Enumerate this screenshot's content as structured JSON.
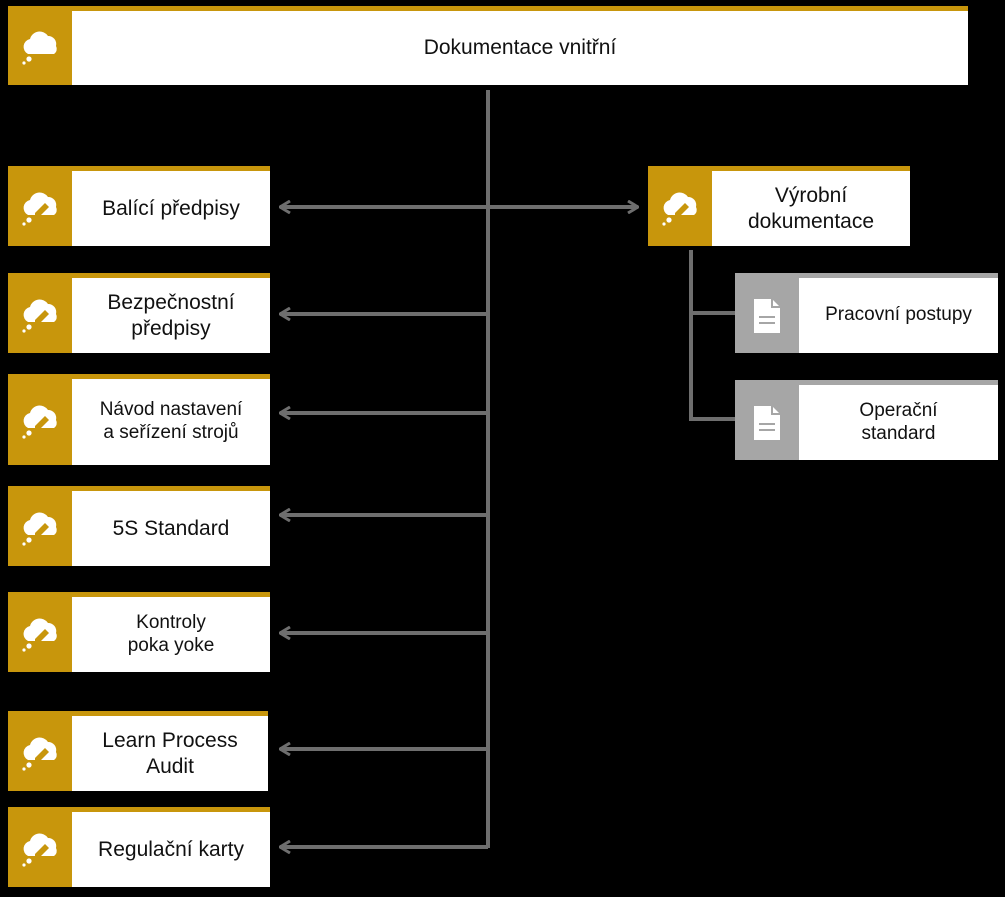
{
  "root": {
    "label": "Dokumentace vnitřní",
    "icon": "cloud-icon"
  },
  "children_left": [
    {
      "id": "balici",
      "label": "Balící předpisy",
      "icon": "cloud-pencil-icon"
    },
    {
      "id": "bezpecnostni",
      "label": "Bezpečnostní\npředpisy",
      "icon": "cloud-pencil-icon"
    },
    {
      "id": "navod",
      "label": "Návod nastavení\na seřízení strojů",
      "icon": "cloud-pencil-icon"
    },
    {
      "id": "5s",
      "label": "5S Standard",
      "icon": "cloud-pencil-icon"
    },
    {
      "id": "kontroly",
      "label": "Kontroly\npoka yoke",
      "icon": "cloud-pencil-icon"
    },
    {
      "id": "lpa",
      "label": "Learn Process\nAudit",
      "icon": "cloud-pencil-icon"
    },
    {
      "id": "regulacni",
      "label": "Regulační karty",
      "icon": "cloud-pencil-icon"
    }
  ],
  "child_right": {
    "label": "Výrobní\ndokumentace",
    "icon": "cloud-pencil-icon"
  },
  "documents": [
    {
      "id": "pracovni",
      "label": "Pracovní postupy",
      "icon": "document-icon"
    },
    {
      "id": "operacni",
      "label": "Operační\nstandard",
      "icon": "document-icon"
    }
  ],
  "colors": {
    "gold": "#C8960C",
    "gray": "#A6A6A6",
    "line": "#6E6E6E",
    "background": "#000000"
  }
}
